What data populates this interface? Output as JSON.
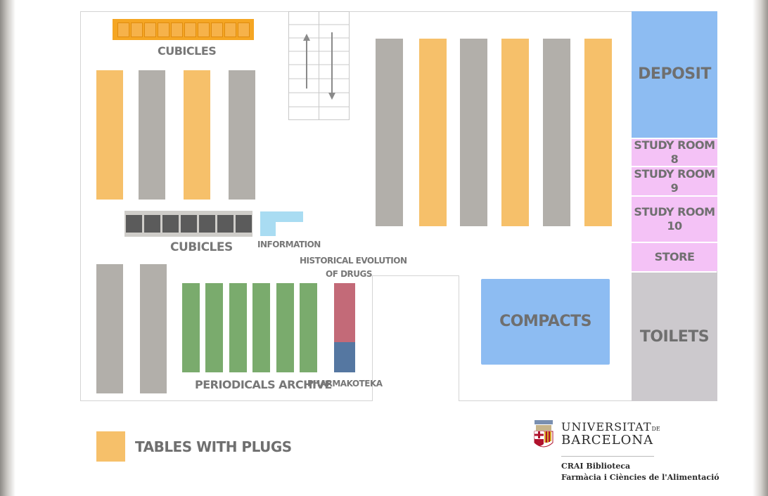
{
  "labels": {
    "cubicles_top": "CUBICLES",
    "cubicles_mid": "CUBICLES",
    "information": "INFORMATION",
    "historical_line1": "HISTORICAL EVOLUTION",
    "historical_line2": "OF DRUGS",
    "periodicals": "PERIODICALS ARCHIVE",
    "pharmakoteka": "PHARMAKOTEKA",
    "compacts": "COMPACTS",
    "deposit": "DEPOSIT",
    "study_room_8": "STUDY ROOM 8",
    "study_room_9": "STUDY ROOM 9",
    "study_room_10_line1": "STUDY ROOM",
    "study_room_10_line2": "10",
    "store": "STORE",
    "toilets": "TOILETS"
  },
  "legend": {
    "label": "TABLES WITH PLUGS",
    "color": "#f6c06a"
  },
  "logo": {
    "university_line1": "UNIVERSITAT",
    "university_de": "DE",
    "university_line2": "BARCELONA",
    "crai": "CRAI Biblioteca",
    "faculty": "Farmàcia i Ciències de l'Alimentació"
  },
  "colors": {
    "table_with_plugs": "#f6c06a",
    "table": "#b2afaa",
    "periodicals": "#7aab6d",
    "blue_room": "#8dbcf2",
    "pink_room": "#f4c2f6",
    "toilets": "#ccc9cd",
    "historical": "#c36a78",
    "pharmakoteka": "#5577a1",
    "information": "#a9dcf2",
    "cubicles_orange": "#f5a623",
    "cubicles_dark": "#5b5b5b"
  },
  "icons": [
    "stairs-up-arrow-icon",
    "stairs-down-arrow-icon",
    "university-shield-icon"
  ]
}
